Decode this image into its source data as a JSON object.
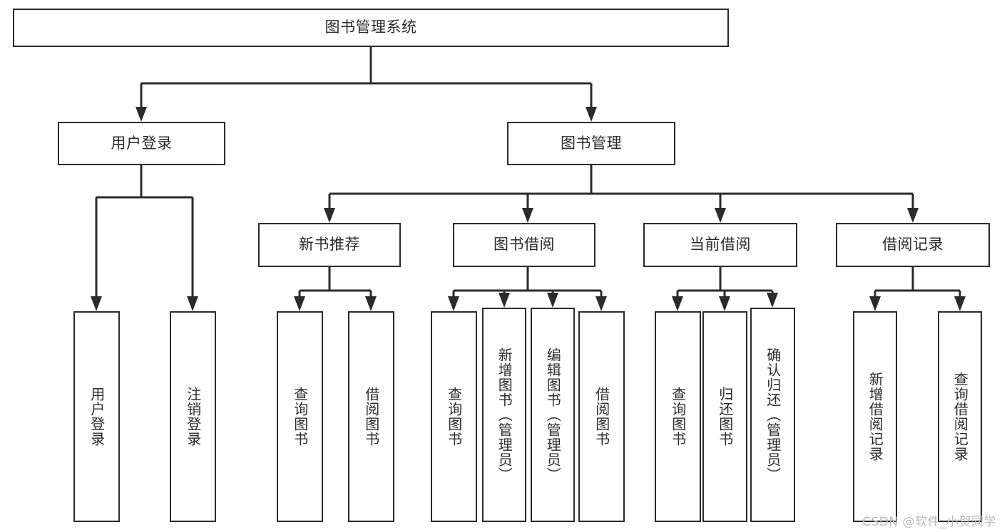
{
  "diagram": {
    "title": "图书管理系统",
    "type": "hierarchy-tree",
    "watermark": "CSDN @软件_小贺同学",
    "colors": {
      "stroke": "#2b2b2b",
      "text": "#2b2b2b",
      "background": "#ffffff",
      "watermark": "#b9b9b9"
    },
    "nodes": {
      "root": {
        "label": "图书管理系统"
      },
      "level2": [
        {
          "id": "user-login",
          "label": "用户登录"
        },
        {
          "id": "book-management",
          "label": "图书管理"
        }
      ],
      "level3": [
        {
          "id": "new-book-recommend",
          "label": "新书推荐"
        },
        {
          "id": "book-borrow",
          "label": "图书借阅"
        },
        {
          "id": "current-borrow",
          "label": "当前借阅"
        },
        {
          "id": "borrow-record",
          "label": "借阅记录"
        }
      ],
      "leaves": {
        "user_login": [
          {
            "id": "leaf-user-login",
            "label": "用户登录"
          },
          {
            "id": "leaf-logout",
            "label": "注销登录"
          }
        ],
        "new_book_recommend": [
          {
            "id": "leaf-query-book-1",
            "label": "查询图书"
          },
          {
            "id": "leaf-borrow-book-1",
            "label": "借阅图书"
          }
        ],
        "book_borrow": [
          {
            "id": "leaf-query-book-2",
            "label": "查询图书"
          },
          {
            "id": "leaf-add-book",
            "label": "新增图书（管理员）"
          },
          {
            "id": "leaf-edit-book",
            "label": "编辑图书（管理员）"
          },
          {
            "id": "leaf-borrow-book-2",
            "label": "借阅图书"
          }
        ],
        "current_borrow": [
          {
            "id": "leaf-query-book-3",
            "label": "查询图书"
          },
          {
            "id": "leaf-return-book",
            "label": "归还图书"
          },
          {
            "id": "leaf-confirm-return",
            "label": "确认归还（管理员）"
          }
        ],
        "borrow_record": [
          {
            "id": "leaf-add-record",
            "label": "新增借阅记录"
          },
          {
            "id": "leaf-query-record",
            "label": "查询借阅记录"
          }
        ]
      }
    }
  }
}
